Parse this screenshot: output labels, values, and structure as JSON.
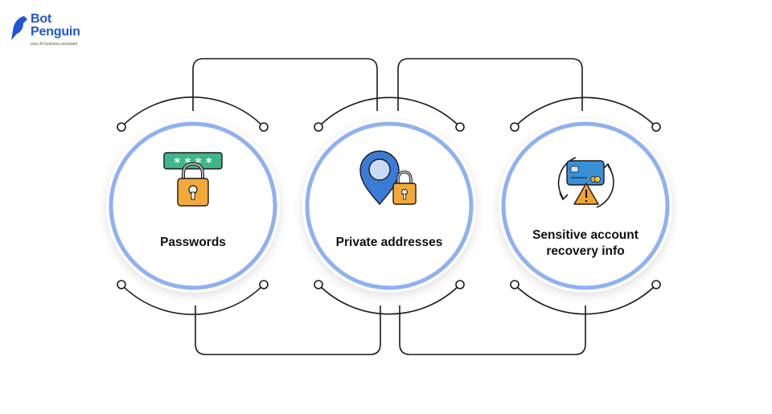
{
  "logo": {
    "line1": "Bot",
    "line2": "Penguin",
    "tagline": "your AI business assistant"
  },
  "items": [
    {
      "label": "Passwords",
      "icon": "password-lock-icon"
    },
    {
      "label": "Private addresses",
      "icon": "location-lock-icon"
    },
    {
      "label": "Sensitive account recovery info",
      "icon": "card-recovery-warning-icon"
    }
  ],
  "colors": {
    "ring": "#8fb1f2",
    "connector": "#1a1a1a",
    "password_bar": "#3fb58a",
    "lock": "#f3a93a",
    "pin": "#3a7bd5",
    "card": "#3a8fd6",
    "warning": "#f2a52f",
    "brand": "#1f57d6"
  }
}
